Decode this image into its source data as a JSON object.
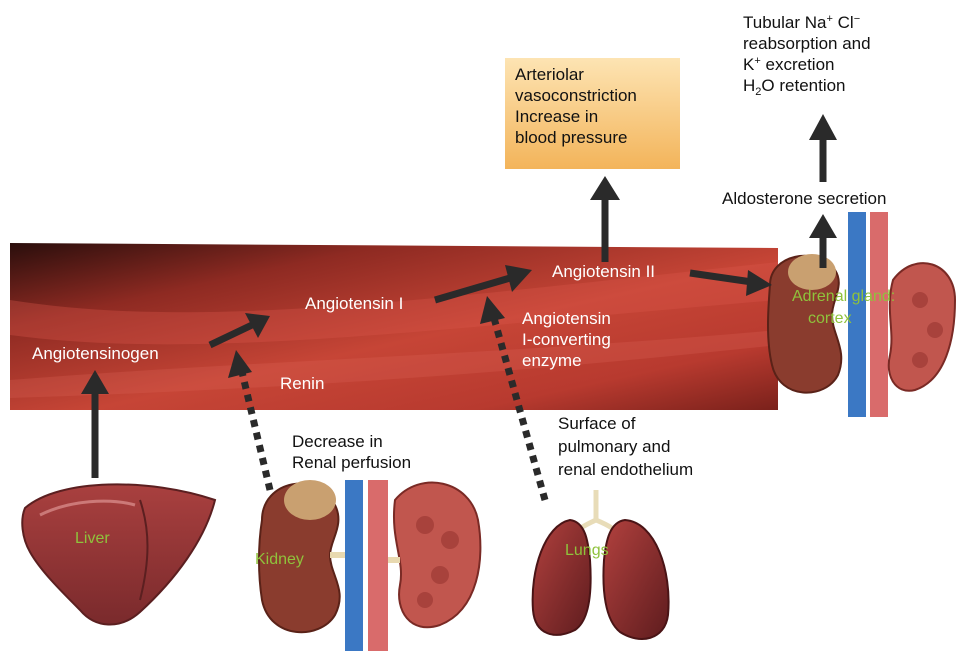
{
  "box": {
    "line1": "Arteriolar",
    "line2": "vasoconstriction",
    "line3": "Increase in",
    "line4": "blood pressure"
  },
  "tubular": {
    "l1_a": "Tubular Na",
    "l1_b": "+",
    "l1_c": " Cl",
    "l1_d": "−",
    "l2": "reabsorption and",
    "l3_a": "K",
    "l3_b": "+",
    "l3_c": " excretion",
    "l4_a": "H",
    "l4_b": "2",
    "l4_c": "O retention"
  },
  "labels": {
    "aldosterone": "Aldosterone secretion",
    "angiotensinogen": "Angiotensinogen",
    "angiotensin1": "Angiotensin I",
    "angiotensin2": "Angiotensin II",
    "ace_l1": "Angiotensin",
    "ace_l2": "I-converting",
    "ace_l3": "enzyme",
    "renin": "Renin",
    "decrease_l1": "Decrease in",
    "decrease_l2": "Renal perfusion",
    "surface_l1": "Surface of",
    "surface_l2": "pulmonary and",
    "surface_l3": "renal endothelium"
  },
  "organs": {
    "liver": "Liver",
    "kidney": "Kidney",
    "lungs": "Lungs",
    "adrenal_l1": "Adrenal gland:",
    "adrenal_l2": "cortex"
  },
  "colors": {
    "vessel": "#c0362c",
    "vessel_dark": "#3a1512",
    "arrow": "#2a2a2a",
    "box_top": "#fde4b3",
    "box_bottom": "#f3b45a",
    "organ_label": "#8fc23c"
  }
}
